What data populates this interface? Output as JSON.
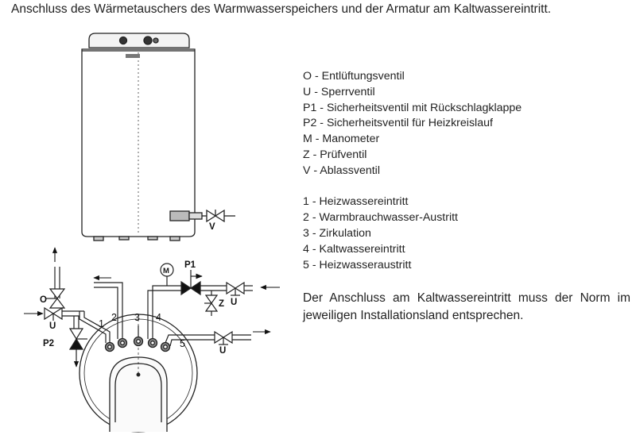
{
  "title": "Anschluss des Wärmetauschers des Warmwasserspeichers und der Armatur am Kaltwassereintritt.",
  "legend_valves": [
    "O - Entlüftungsventil",
    "U - Sperrventil",
    "P1 - Sicherheitsventil mit Rückschlagklappe",
    "P2 - Sicherheitsventil für Heizkreislauf",
    "M - Manometer",
    "Z - Prüfventil",
    "V - Ablassventil"
  ],
  "legend_connections": [
    "1 - Heizwassereintritt",
    "2 - Warmbrauchwasser-Austritt",
    "3 - Zirkulation",
    "4 - Kaltwassereintritt",
    "5 - Heizwasseraustritt"
  ],
  "note_lines": [
    "Der Anschluss am Kaltwassereintritt muss der Norm im",
    "jeweiligen Installationsland entsprechen."
  ],
  "diagram_labels": {
    "V": "V",
    "O": "O",
    "U_left": "U",
    "P2": "P2",
    "M": "M",
    "P1": "P1",
    "U_top_right": "U",
    "Z": "Z",
    "U_bottom_right": "U",
    "n1": "1",
    "n2": "2",
    "n3": "3",
    "n4": "4",
    "n5": "5"
  }
}
